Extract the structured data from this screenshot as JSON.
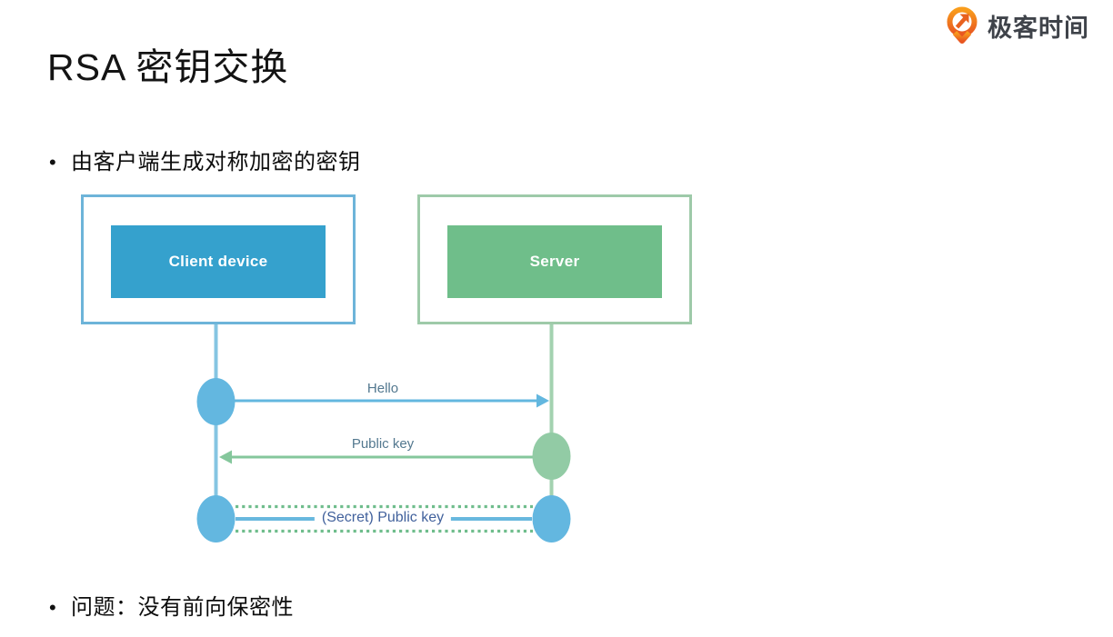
{
  "header": {
    "logo_text": "极客时间",
    "logo_icon": "geektime-logo-icon",
    "logo_orange": "#f0701e",
    "logo_text_color": "#3f434a"
  },
  "title": "RSA 密钥交换",
  "bullet_char": "•",
  "bullets": [
    {
      "text": "由客户端生成对称加密的密钥"
    },
    {
      "text": "问题：没有前向保密性"
    }
  ],
  "diagram": {
    "actors": [
      {
        "id": "client",
        "label": "Client device",
        "fill": "#35a1cd",
        "border": "#6db4d9",
        "lifeline": "#85c5e2"
      },
      {
        "id": "server",
        "label": "Server",
        "fill": "#6fbe8a",
        "border": "#9ecaa9",
        "lifeline": "#a3d2b0"
      }
    ],
    "messages": [
      {
        "label": "Hello",
        "from": "client",
        "to": "server",
        "style": "solid-arrow",
        "color": "#63b7df"
      },
      {
        "label": "Public key",
        "from": "server",
        "to": "client",
        "style": "solid-arrow",
        "color": "#85c79c"
      },
      {
        "label": "(Secret) Public key",
        "from": "client",
        "to": "server",
        "style": "dotted-exchange",
        "color": "#68b8de",
        "dotted_color": "#6fbd8c"
      }
    ],
    "event_circle_blue": "#63b7e0",
    "event_circle_green": "#92cba5",
    "message_label_color": "#53788f",
    "secret_label_color": "#41619c"
  }
}
